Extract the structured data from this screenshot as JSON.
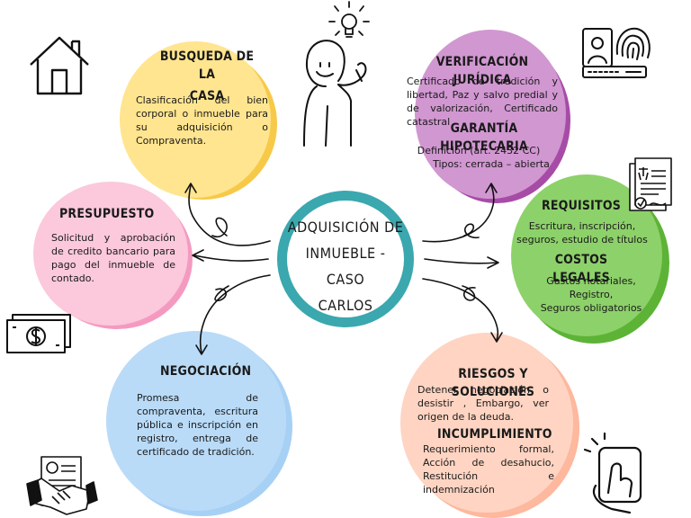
{
  "center": {
    "line1": "ADQUISICIÓN DE",
    "line2": "INMUEBLE - CASO",
    "line3": "CARLOS"
  },
  "colors": {
    "yellow": "#FFE58F",
    "yellow_shadow": "#F7C948",
    "purple": "#C77DC7",
    "purple_shadow": "#A64CA6",
    "green": "#8DD16A",
    "green_shadow": "#5DB336",
    "pink": "#FBC1D7",
    "pink_shadow": "#F49AC0",
    "blue": "#B5D8F7",
    "blue_shadow": "#8FC3EE",
    "peach": "#FFD0BE",
    "peach_shadow": "#FDB89E",
    "center_ring": "#3AA8AE"
  },
  "nodes": {
    "busqueda": {
      "title_line1": "BUSQUEDA DE LA",
      "title_line2": "CASA",
      "text": "Clasificación del bien corporal o inmueble para su adquisición o Compraventa."
    },
    "verificacion": {
      "title": "VERIFICACIÓN JURÍDICA",
      "text": "Certificado de tradición y libertad, Paz y salvo predial y de valorización, Certificado catastral",
      "title2": "GARANTÍA HIPOTECARIA",
      "text2_line1": "Definición (art. 2432 CC)",
      "text2_line2": "Tipos: cerrada – abierta"
    },
    "presupuesto": {
      "title": "PRESUPUESTO",
      "text": "Solicitud y aprobación de credito bancario para pago del inmueble de contado."
    },
    "requisitos": {
      "title": "REQUISITOS",
      "text_line1": "Escritura, inscripción,",
      "text_line2": "seguros, estudio de títulos",
      "title2": "COSTOS LEGALES",
      "text2_line1": "Gastos notariales,",
      "text2_line2": "Registro,",
      "text2_line3": "Seguros obligatorios"
    },
    "negociacion": {
      "title": "NEGOCIACIÓN",
      "text": "Promesa de compraventa, escritura pública e inscripción en registro, entrega de certificado de tradición."
    },
    "riesgos": {
      "title": "RIESGOS Y SOLUCIONES",
      "text": "Detener negociación o desistir , Embargo, ver origen de la deuda.",
      "title2": "INCUMPLIMIENTO",
      "text2": "Requerimiento formal, Acción de desahucio, Restitución e indemnización"
    }
  },
  "icons": [
    "house-icon",
    "thinking-person-icon",
    "lightbulb-icon",
    "id-fingerprint-icon",
    "legal-document-icon",
    "money-bill-icon",
    "contract-handshake-icon",
    "phone-touch-icon"
  ]
}
